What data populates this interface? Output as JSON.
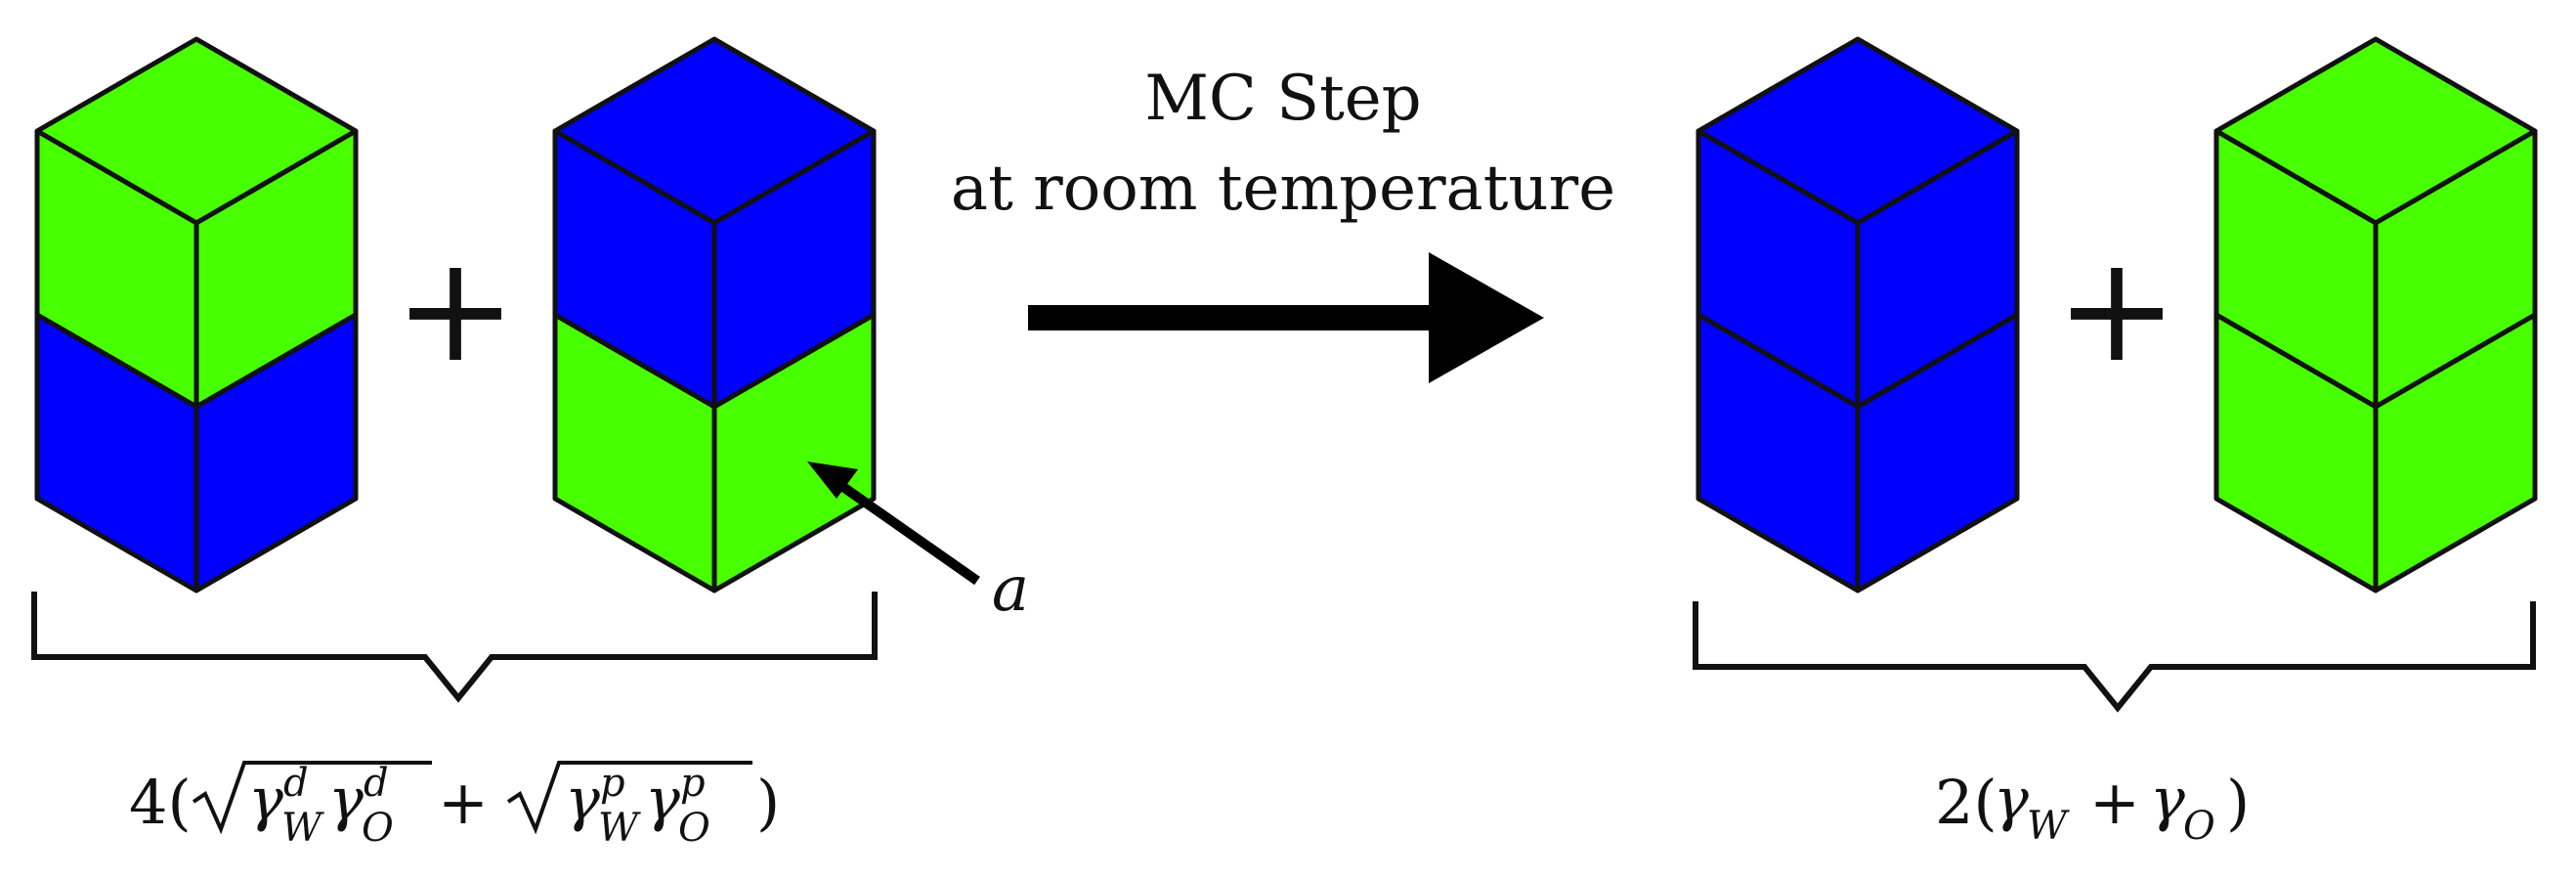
{
  "colors": {
    "green": "#48ff00",
    "blue": "#0000ff",
    "stroke": "#111111"
  },
  "arrow_label": {
    "line1": "MC Step",
    "line2": "at room temperature"
  },
  "plus": "+",
  "annotation": "a",
  "left_formula": {
    "coef": "4(",
    "sym": "γ",
    "sub_w": "W",
    "sub_o": "O",
    "sup_d": "d",
    "sup_p": "p",
    "plus": "+",
    "close": ")"
  },
  "right_formula": {
    "coef": "2(",
    "sym": "γ",
    "sub_w": "W",
    "sub_o": "O",
    "plus": "+",
    "close": ")"
  },
  "columns": [
    {
      "name": "column-1",
      "top": "green",
      "bottom": "blue"
    },
    {
      "name": "column-2",
      "top": "blue",
      "bottom": "green"
    },
    {
      "name": "column-3",
      "top": "blue",
      "bottom": "blue"
    },
    {
      "name": "column-4",
      "top": "green",
      "bottom": "green"
    }
  ]
}
